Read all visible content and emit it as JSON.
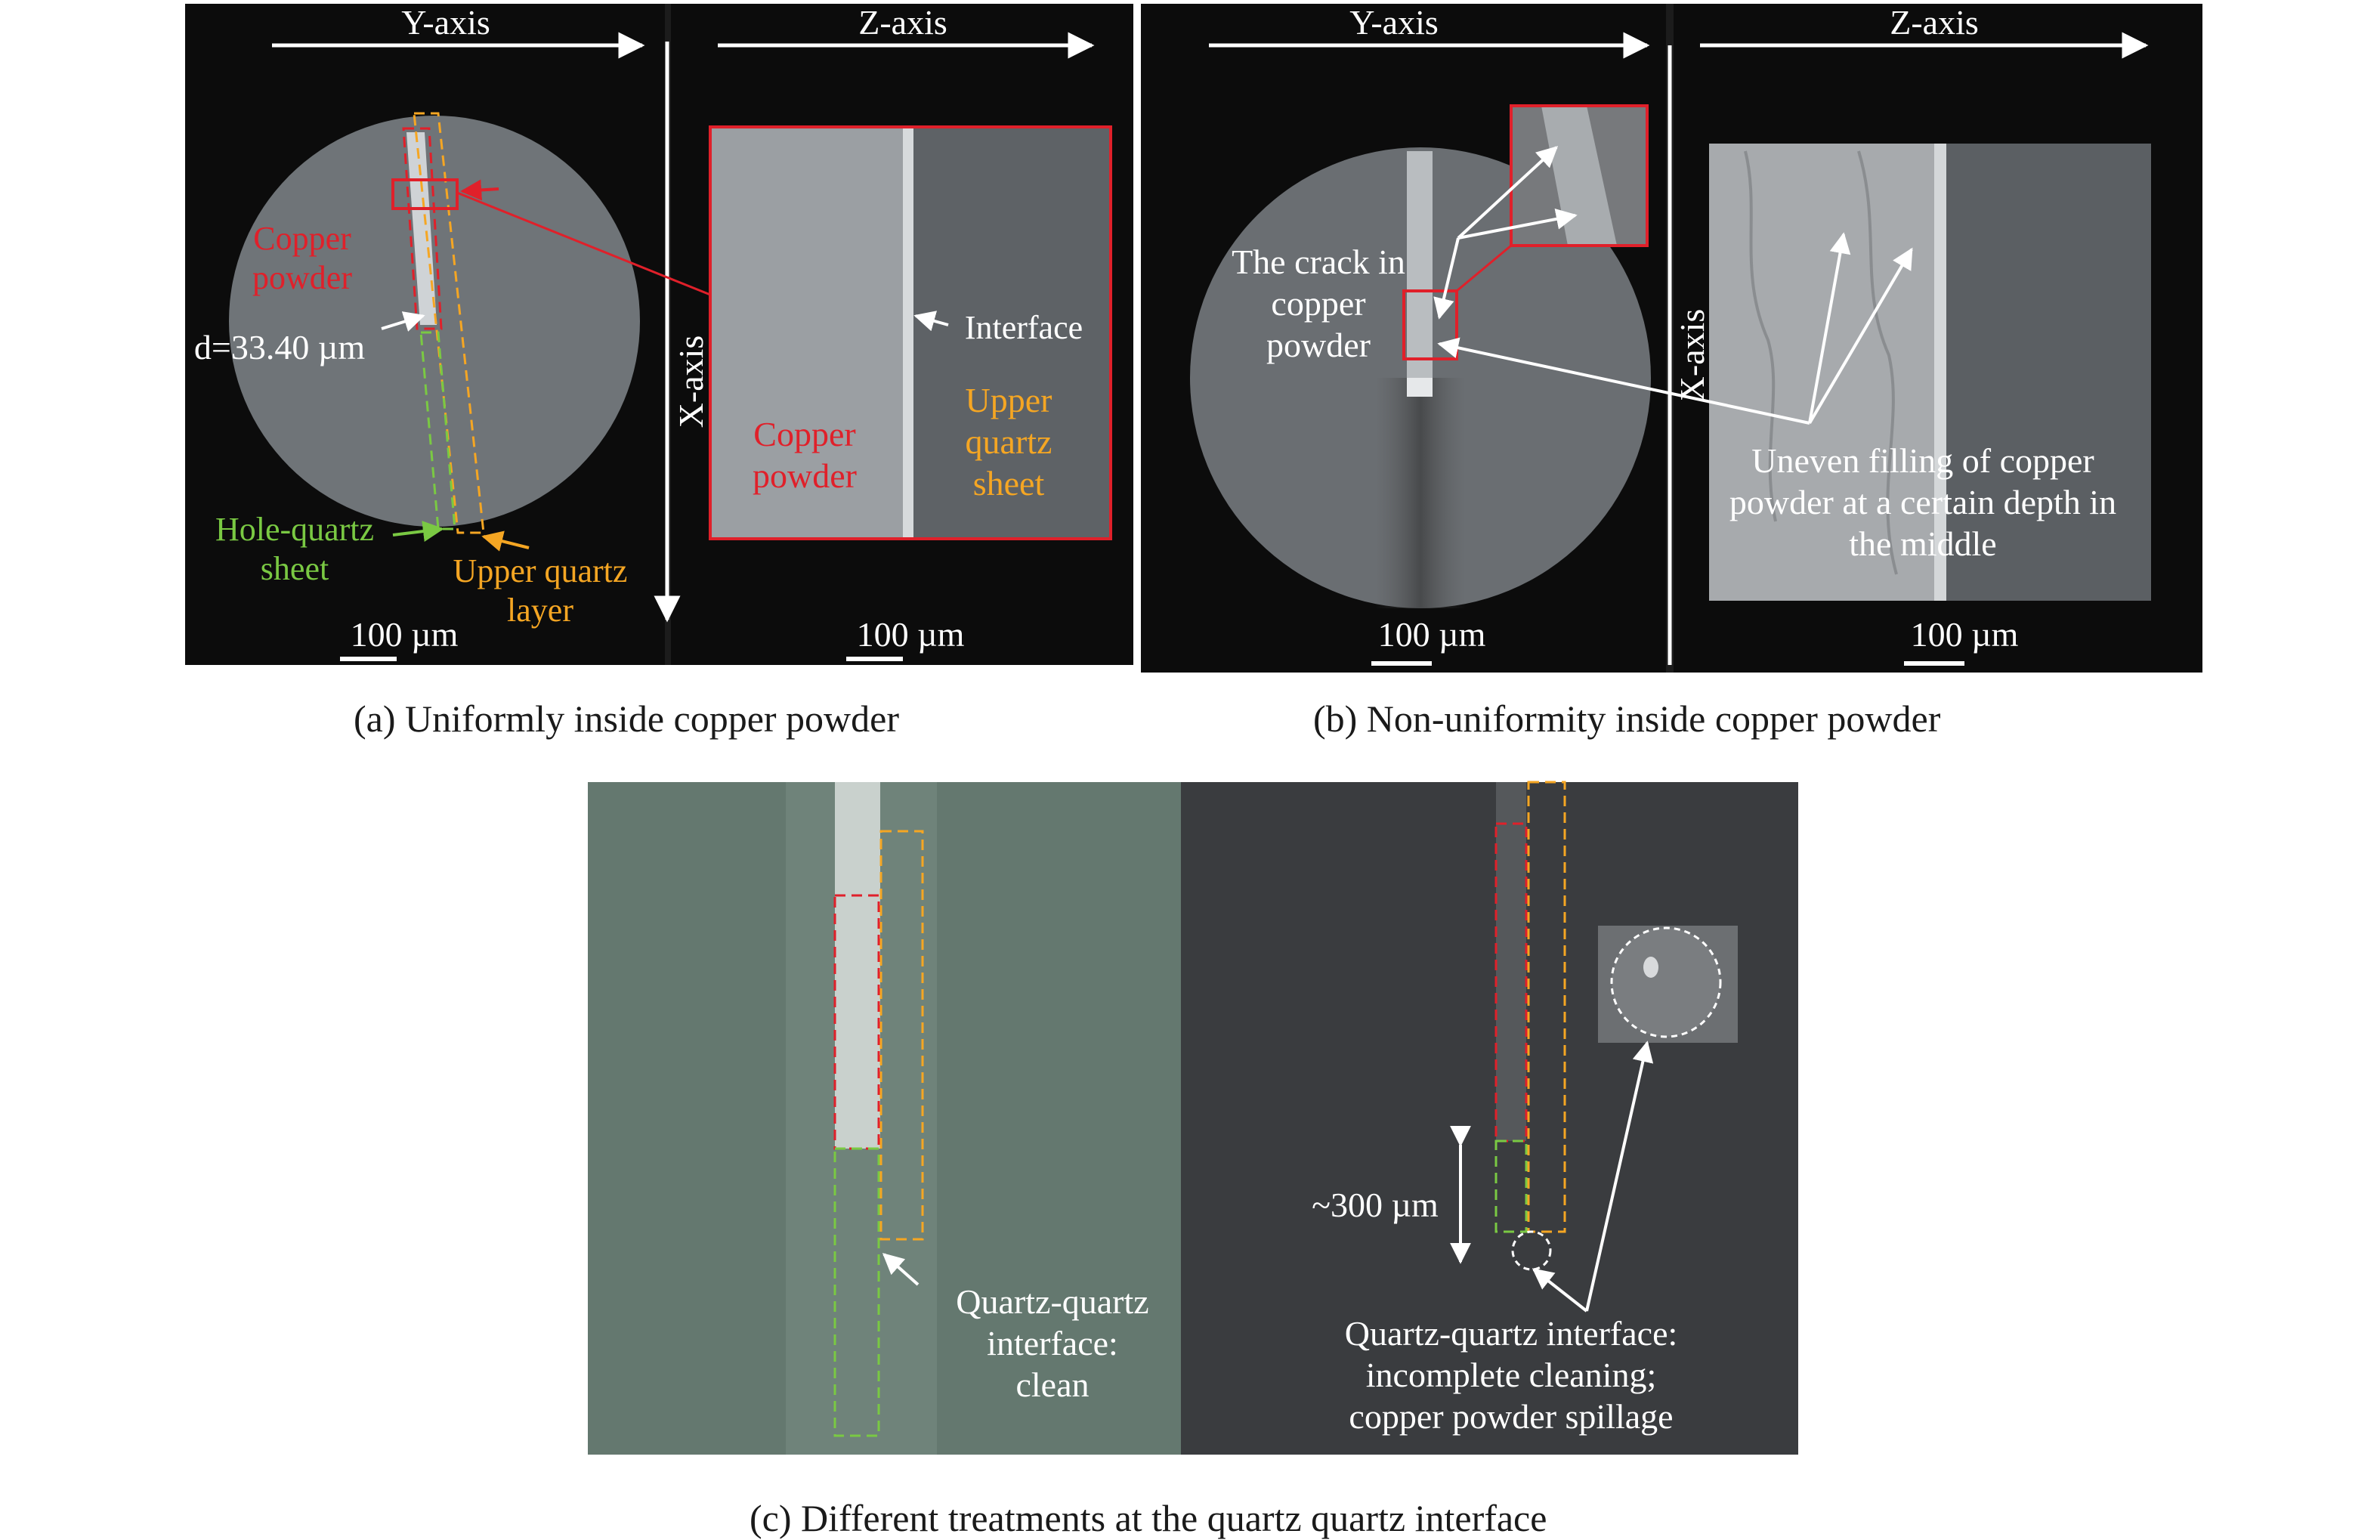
{
  "panel_a": {
    "y_axis": "Y-axis",
    "z_axis": "Z-axis",
    "x_axis": "X-axis",
    "copper_powder": "Copper powder",
    "copper_powder_inset": "Copper powder",
    "diameter": "d=33.40 µm",
    "hole_quartz": "Hole-quartz sheet",
    "upper_quartz_layer": "Upper quartz layer",
    "interface": "Interface",
    "upper_quartz_sheet": "Upper quartz sheet",
    "scale_left": "100 µm",
    "scale_right": "100 µm",
    "caption": "(a) Uniformly inside copper powder"
  },
  "panel_b": {
    "y_axis": "Y-axis",
    "z_axis": "Z-axis",
    "x_axis": "X-axis",
    "crack": "The crack in copper powder",
    "uneven": "Uneven filling of copper powder at a certain depth in the middle",
    "scale_left": "100 µm",
    "scale_right": "100 µm",
    "caption": "(b) Non-uniformity inside copper powder"
  },
  "panel_c": {
    "clean": "Quartz-quartz interface: clean",
    "distance": "~300 µm",
    "incomplete": "Quartz-quartz interface: incomplete cleaning; copper powder spillage",
    "caption": "(c) Different treatments at the quartz quartz interface"
  },
  "colors": {
    "copper_outline": "#e0202a",
    "upper_quartz_outline": "#f5a623",
    "hole_quartz_outline": "#7ac943",
    "label_white": "#ffffff"
  }
}
